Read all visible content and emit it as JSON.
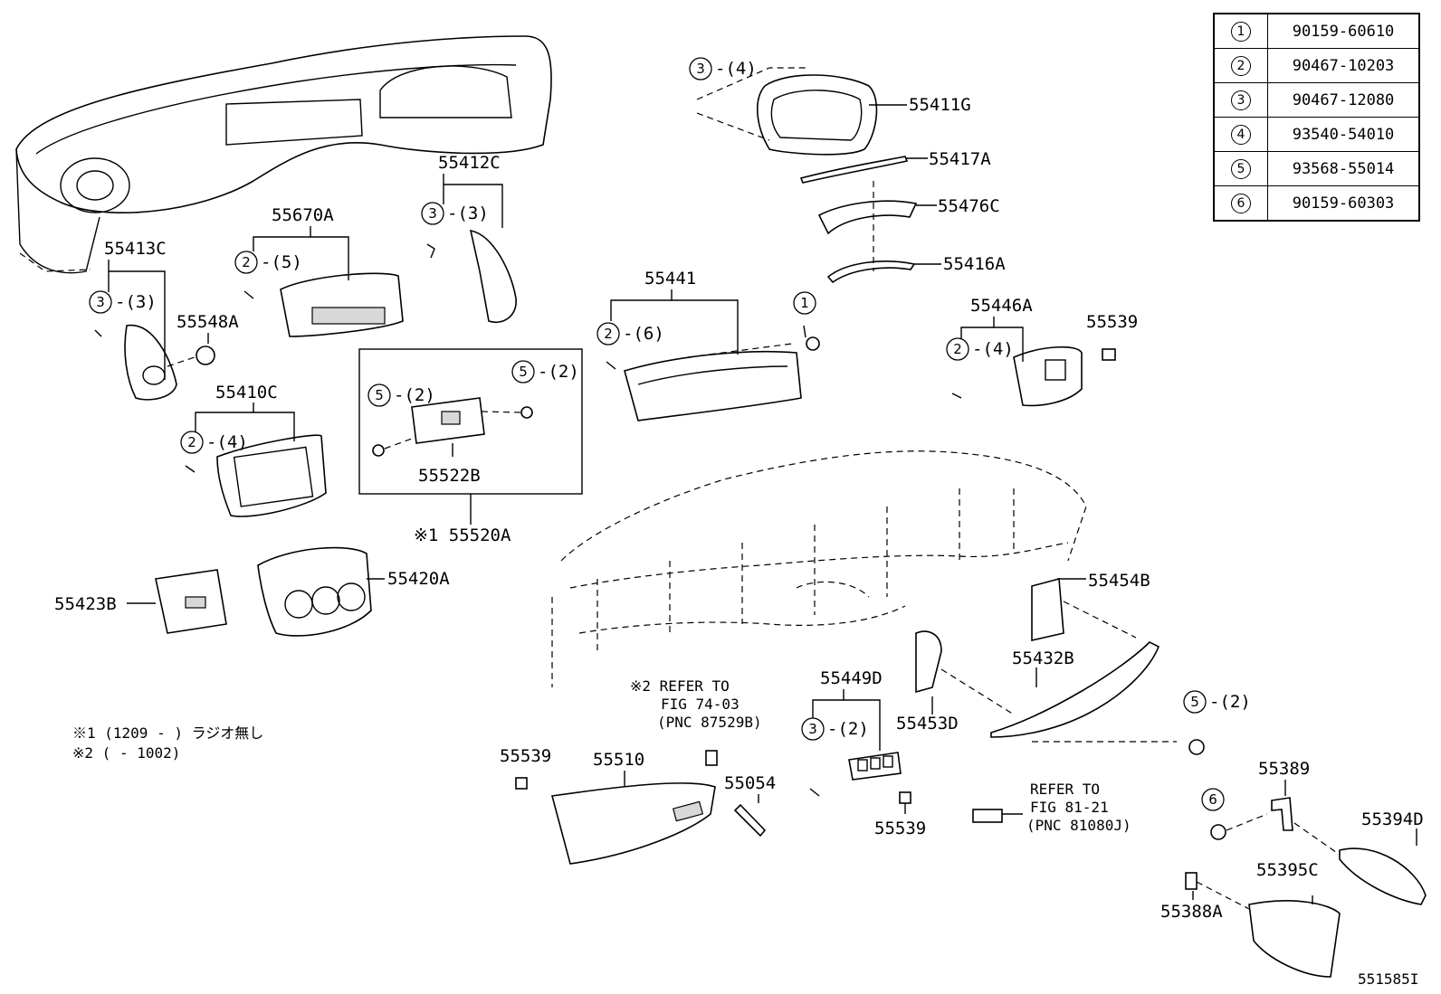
{
  "legend": [
    {
      "ref": "1",
      "part": "90159-60610"
    },
    {
      "ref": "2",
      "part": "90467-10203"
    },
    {
      "ref": "3",
      "part": "90467-12080"
    },
    {
      "ref": "4",
      "part": "93540-54010"
    },
    {
      "ref": "5",
      "part": "93568-55014"
    },
    {
      "ref": "6",
      "part": "90159-60303"
    }
  ],
  "labels": {
    "p55411G": "55411G",
    "p55417A": "55417A",
    "p55476C": "55476C",
    "p55416A": "55416A",
    "p55412C": "55412C",
    "p55670A": "55670A",
    "p55413C": "55413C",
    "p55548A": "55548A",
    "p55410C": "55410C",
    "p55441": "55441",
    "p55446A": "55446A",
    "p55539a": "55539",
    "p55522B": "55522B",
    "p55520A": "※1 55520A",
    "p55423B": "55423B",
    "p55420A": "55420A",
    "p55454B": "55454B",
    "p55432B": "55432B",
    "p55449D": "55449D",
    "p55453D": "55453D",
    "p55539b": "55539",
    "p55510": "55510",
    "p55054": "55054",
    "p55539c": "55539",
    "p55389": "55389",
    "p55394D": "55394D",
    "p55395C": "55395C",
    "p55388A": "55388A"
  },
  "callouts": {
    "c3_4": {
      "num": "3",
      "qty": "-(4)"
    },
    "c3_3_55412C": {
      "num": "3",
      "qty": "-(3)"
    },
    "c2_5": {
      "num": "2",
      "qty": "-(5)"
    },
    "c3_3_55413C": {
      "num": "3",
      "qty": "-(3)"
    },
    "c2_4_55410C": {
      "num": "2",
      "qty": "-(4)"
    },
    "c5_2_left": {
      "num": "5",
      "qty": "-(2)"
    },
    "c5_2_right": {
      "num": "5",
      "qty": "-(2)"
    },
    "c2_6": {
      "num": "2",
      "qty": "-(6)"
    },
    "c1": {
      "num": "1",
      "qty": ""
    },
    "c2_4_55446A": {
      "num": "2",
      "qty": "-(4)"
    },
    "c5_2_glove": {
      "num": "5",
      "qty": "-(2)"
    },
    "c3_2": {
      "num": "3",
      "qty": "-(2)"
    },
    "c6": {
      "num": "6",
      "qty": ""
    }
  },
  "refer1": {
    "line1": "※2 REFER TO",
    "line2": "FIG 74-03",
    "line3": "(PNC 87529B)"
  },
  "refer2": {
    "line1": "REFER TO",
    "line2": "FIG 81-21",
    "line3": "(PNC 81080J)"
  },
  "notes": {
    "note1": "※1 (1209 -      ) ラジオ無し",
    "note2": "※2 (      - 1002)"
  },
  "figure_id": "551585I"
}
